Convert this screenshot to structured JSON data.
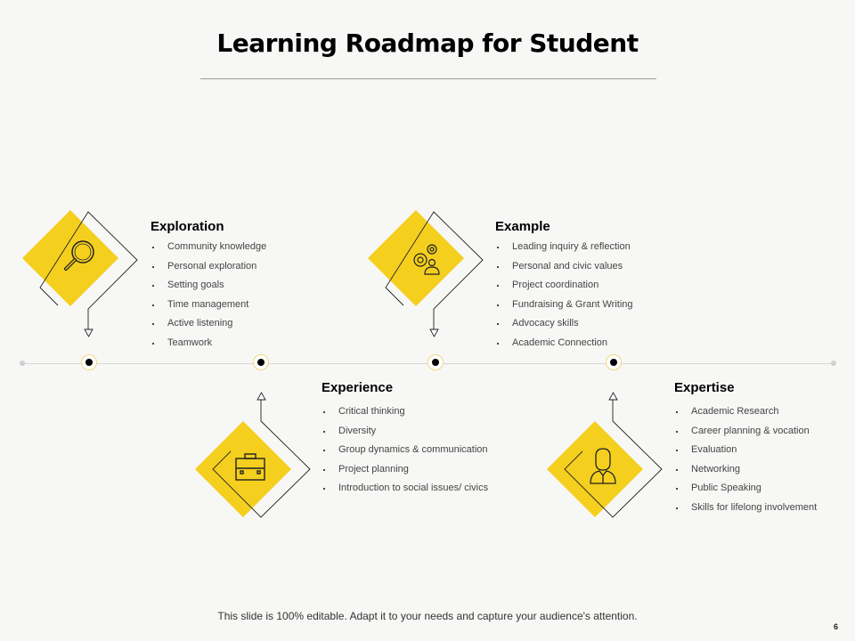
{
  "slide": {
    "title": "Learning Roadmap for Student",
    "footer": "This slide is 100% editable. Adapt it to your needs and capture your audience's attention.",
    "page_number": "6",
    "accent_color": "#f4cf1e"
  },
  "stages": [
    {
      "title": "Exploration",
      "icon": "magnifier-icon",
      "items": [
        "Community knowledge",
        "Personal exploration",
        "Setting goals",
        "Time management",
        "Active  listening",
        "Teamwork"
      ]
    },
    {
      "title": "Experience",
      "icon": "briefcase-icon",
      "items": [
        "Critical thinking",
        "Diversity",
        "Group dynamics & communication",
        "Project planning",
        "Introduction to social issues/ civics"
      ]
    },
    {
      "title": "Example",
      "icon": "gears-person-icon",
      "items": [
        "Leading inquiry & reflection",
        "Personal and civic values",
        "Project coordination",
        "Fundraising & Grant Writing",
        "Advocacy  skills",
        "Academic Connection"
      ]
    },
    {
      "title": "Expertise",
      "icon": "person-icon",
      "items": [
        "Academic Research",
        "Career planning & vocation",
        "Evaluation",
        "Networking",
        "Public Speaking",
        "Skills for lifelong involvement"
      ]
    }
  ]
}
